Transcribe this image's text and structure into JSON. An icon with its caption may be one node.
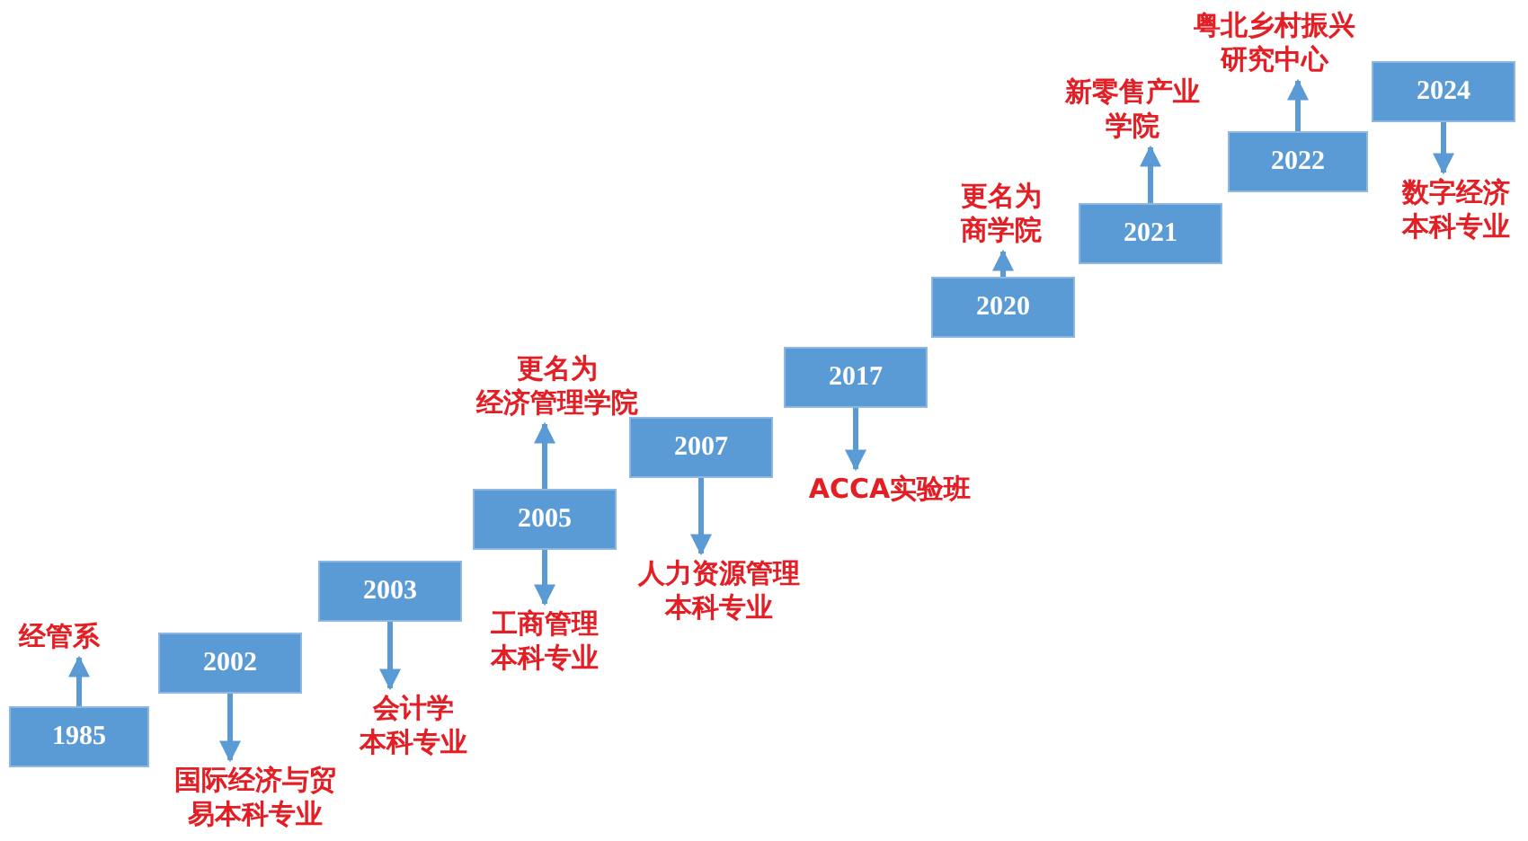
{
  "diagram": {
    "nodes": [
      {
        "text": [
          "1985"
        ]
      },
      {
        "text": [
          "2002"
        ]
      },
      {
        "text": [
          "2003"
        ]
      },
      {
        "text": [
          "2005"
        ]
      },
      {
        "text": [
          "2007"
        ]
      },
      {
        "text": [
          "2017"
        ]
      },
      {
        "text": [
          "2020"
        ]
      },
      {
        "text": [
          "2021"
        ]
      },
      {
        "text": [
          "2022"
        ]
      },
      {
        "text": [
          "2024"
        ]
      },
      {
        "text": [
          "经管系"
        ]
      },
      {
        "text": [
          "国际经济与贸易本科专业"
        ]
      },
      {
        "text": [
          "会计学本科专业"
        ]
      },
      {
        "text": [
          "更名为经济管理学院"
        ]
      },
      {
        "text": [
          "工商管理本科专业"
        ]
      },
      {
        "text": [
          "人力资源管理本科专业"
        ]
      },
      {
        "text": [
          "ACCA实验班"
        ]
      },
      {
        "text": [
          "更名为商学院"
        ]
      },
      {
        "text": [
          "新零售产业学院"
        ]
      },
      {
        "text": [
          "粤北乡村振兴研究中心"
        ]
      },
      {
        "text": [
          "数字经济本科专业"
        ]
      }
    ],
    "edges": [
      {
        "from": 0,
        "to": 10,
        "arrow": "to"
      },
      {
        "from": 1,
        "to": 11,
        "arrow": "to"
      },
      {
        "from": 2,
        "to": 12,
        "arrow": "to"
      },
      {
        "from": 3,
        "to": 13,
        "arrow": "to"
      },
      {
        "from": 3,
        "to": 14,
        "arrow": "to"
      },
      {
        "from": 4,
        "to": 15,
        "arrow": "to"
      },
      {
        "from": 5,
        "to": 16,
        "arrow": "to"
      },
      {
        "from": 6,
        "to": 17,
        "arrow": "to"
      },
      {
        "from": 7,
        "to": 18,
        "arrow": "to"
      },
      {
        "from": 8,
        "to": 19,
        "arrow": "to"
      },
      {
        "from": 9,
        "to": 20,
        "arrow": "to"
      }
    ]
  }
}
